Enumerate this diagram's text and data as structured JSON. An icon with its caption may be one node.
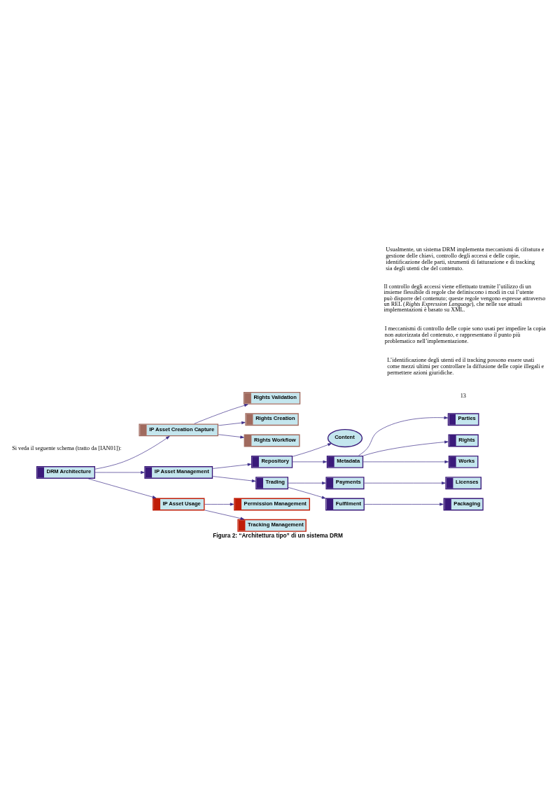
{
  "diagram": {
    "caption": "Figura 2: “Architettura tipo” di un sistema DRM",
    "nodes": [
      {
        "text": [
          "DRM Architecture"
        ]
      },
      {
        "text": [
          "IP Asset Creation Capture"
        ]
      },
      {
        "text": [
          "Rights Validation"
        ]
      },
      {
        "text": [
          "Rights Creation"
        ]
      },
      {
        "text": [
          "Rights Workflow"
        ]
      },
      {
        "text": [
          "IP Asset Management"
        ]
      },
      {
        "text": [
          "Repository"
        ]
      },
      {
        "text": [
          "Content"
        ]
      },
      {
        "text": [
          "Metadata"
        ]
      },
      {
        "text": [
          "Parties"
        ]
      },
      {
        "text": [
          "Rights"
        ]
      },
      {
        "text": [
          "Works"
        ]
      },
      {
        "text": [
          "Trading"
        ]
      },
      {
        "text": [
          "Payments"
        ]
      },
      {
        "text": [
          "Licenses"
        ]
      },
      {
        "text": [
          "Fulfilment"
        ]
      },
      {
        "text": [
          "Packaging"
        ]
      },
      {
        "text": [
          "IP Asset Usage"
        ]
      },
      {
        "text": [
          "Permission Management"
        ]
      },
      {
        "text": [
          "Tracking Management"
        ]
      }
    ],
    "edges": [
      {
        "from": 0,
        "to": 1,
        "arrow": "to"
      },
      {
        "from": 0,
        "to": 5,
        "arrow": "to"
      },
      {
        "from": 0,
        "to": 17,
        "arrow": "to"
      },
      {
        "from": 1,
        "to": 2,
        "arrow": "to"
      },
      {
        "from": 1,
        "to": 3,
        "arrow": "to"
      },
      {
        "from": 1,
        "to": 4,
        "arrow": "to"
      },
      {
        "from": 5,
        "to": 6,
        "arrow": "to"
      },
      {
        "from": 5,
        "to": 12,
        "arrow": "to"
      },
      {
        "from": 6,
        "to": 7,
        "arrow": "to"
      },
      {
        "from": 6,
        "to": 8,
        "arrow": "to"
      },
      {
        "from": 8,
        "to": 9,
        "arrow": "to"
      },
      {
        "from": 8,
        "to": 10,
        "arrow": "to"
      },
      {
        "from": 8,
        "to": 11,
        "arrow": "to"
      },
      {
        "from": 12,
        "to": 13,
        "arrow": "to"
      },
      {
        "from": 12,
        "to": 15,
        "arrow": "to"
      },
      {
        "from": 13,
        "to": 14,
        "arrow": "to"
      },
      {
        "from": 15,
        "to": 16,
        "arrow": "to"
      },
      {
        "from": 17,
        "to": 18,
        "arrow": "to"
      },
      {
        "from": 17,
        "to": 19,
        "arrow": "to"
      }
    ],
    "labels": [
      "Si veda il seguente schema (tratto da [IAN01]):",
      "Usualmente, un sistema DRM implementa meccanismi di cifratura e gestione delle chiavi, controllo degli accessi e delle copie, identificazione delle parti, strumenti di fatturazione e di tracking sia degli utenti che del contenuto.",
      "Il controllo degli accessi viene effettuato tramite l’utilizzo di un insieme flessibile di regole che definiscono i modi in cui l’utente può disporre del contenuto; queste regole vengono espresse attraverso un REL (*Rights Expression Language*), che nelle sue attuali implementazioni è basato su XML.",
      "I meccanismi di controllo delle copie sono usati per impedire la copia non autorizzata del contenuto, e rappresentano il punto più problematico nell’implementazione.",
      "L’identificazione degli utenti ed il tracking possono essere usati come mezzi ultimi per controllare la diffusione delle copie illegali e permettere azioni giuridiche.",
      "13"
    ]
  }
}
